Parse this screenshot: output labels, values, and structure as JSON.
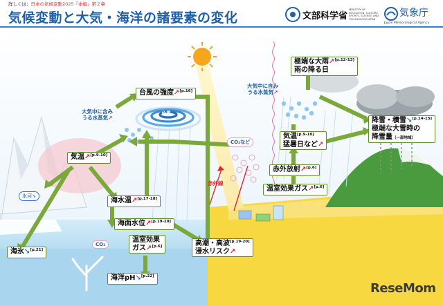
{
  "header": {
    "note_prefix": "詳しくは：",
    "note_ref": "日本の気候変動2025「本編」第２章",
    "title": "気候変動と大気・海洋の諸要素の変化",
    "mext_name": "文部科学省",
    "mext_en": "MINISTRY OF EDUCATION, CULTURE, SPORTS, SCIENCE AND TECHNOLOGY-JAPAN",
    "jma_name": "気象庁",
    "jma_en": "Japan Meteorological Agency"
  },
  "nodes": {
    "typhoon_intensity": {
      "label": "台風の強度",
      "page": "[p.16]",
      "trend": "↗"
    },
    "vapor_left": {
      "line1": "大気中に含み",
      "line2": "うる水蒸気",
      "trend": "↗"
    },
    "typhoon": {
      "label": "台風"
    },
    "air_temp": {
      "label": "気温",
      "page": "[p.9-10]",
      "trend": "↗"
    },
    "glacier": {
      "label": "氷河",
      "trend": "↘"
    },
    "sea_temp": {
      "label": "海水温",
      "page": "[p.17-18]",
      "trend": "↗"
    },
    "sea_level": {
      "label": "海面水位",
      "page": "[p.19-20]",
      "trend": "↗"
    },
    "sea_ice": {
      "label": "海氷",
      "page": "[p.21]",
      "trend": "↘"
    },
    "co2_ocean": {
      "text": "CO₂"
    },
    "ghg_ocean": {
      "line1": "温室効果",
      "line2": "ガス",
      "page": "[p.6]",
      "trend": "↗"
    },
    "ocean_ph": {
      "label": "海洋pH",
      "page": "[p.22]",
      "trend": "↘"
    },
    "storm_surge": {
      "line1": "高潮・高波",
      "line2": "浸水リスク",
      "page": "[p.19-20]",
      "trend": "↗"
    },
    "co2_air": {
      "text": "CO₂など"
    },
    "infrared": {
      "text": "赤外線"
    },
    "vapor_right": {
      "line1": "大気中に含み",
      "line2": "うる水蒸気",
      "trend": "↗"
    },
    "extreme_rain": {
      "line1": "極端な大雨",
      "line2": "雨の降る日",
      "page": "[p.12-13]",
      "trend": "↗"
    },
    "temp_hot": {
      "line1": "気温",
      "line2": "猛暑日など",
      "page": "[p.9-10]",
      "trend": "↗"
    },
    "ir_emission": {
      "label": "赤外放射",
      "page": "[p.6]",
      "trend": "↗"
    },
    "ghg_air": {
      "label": "温室効果ガス",
      "page": "[p.6]",
      "trend": "↗"
    },
    "snow": {
      "line1": "降雪・積雪",
      "line2": "極端な大雪時の",
      "line3": "降雪量",
      "note": "（一部地域）",
      "page": "[p.14-15]",
      "trend": "↘"
    }
  },
  "watermark": "ReseMom",
  "colors": {
    "arrow_green": "#7aa83a",
    "sky": "#d8ecf8",
    "sea": "#bfe0f2",
    "land": "#f5d23a",
    "mountain": "#4a9a3e",
    "title_blue": "#1f5fa8",
    "up_red": "#e0282a",
    "down_blue": "#2a6fd6"
  },
  "icons": [
    "sun-icon",
    "cloud-icon",
    "typhoon-icon",
    "glacier-icon",
    "coral-icon",
    "mountain-icon",
    "mext-logo-icon",
    "jma-logo-icon"
  ]
}
